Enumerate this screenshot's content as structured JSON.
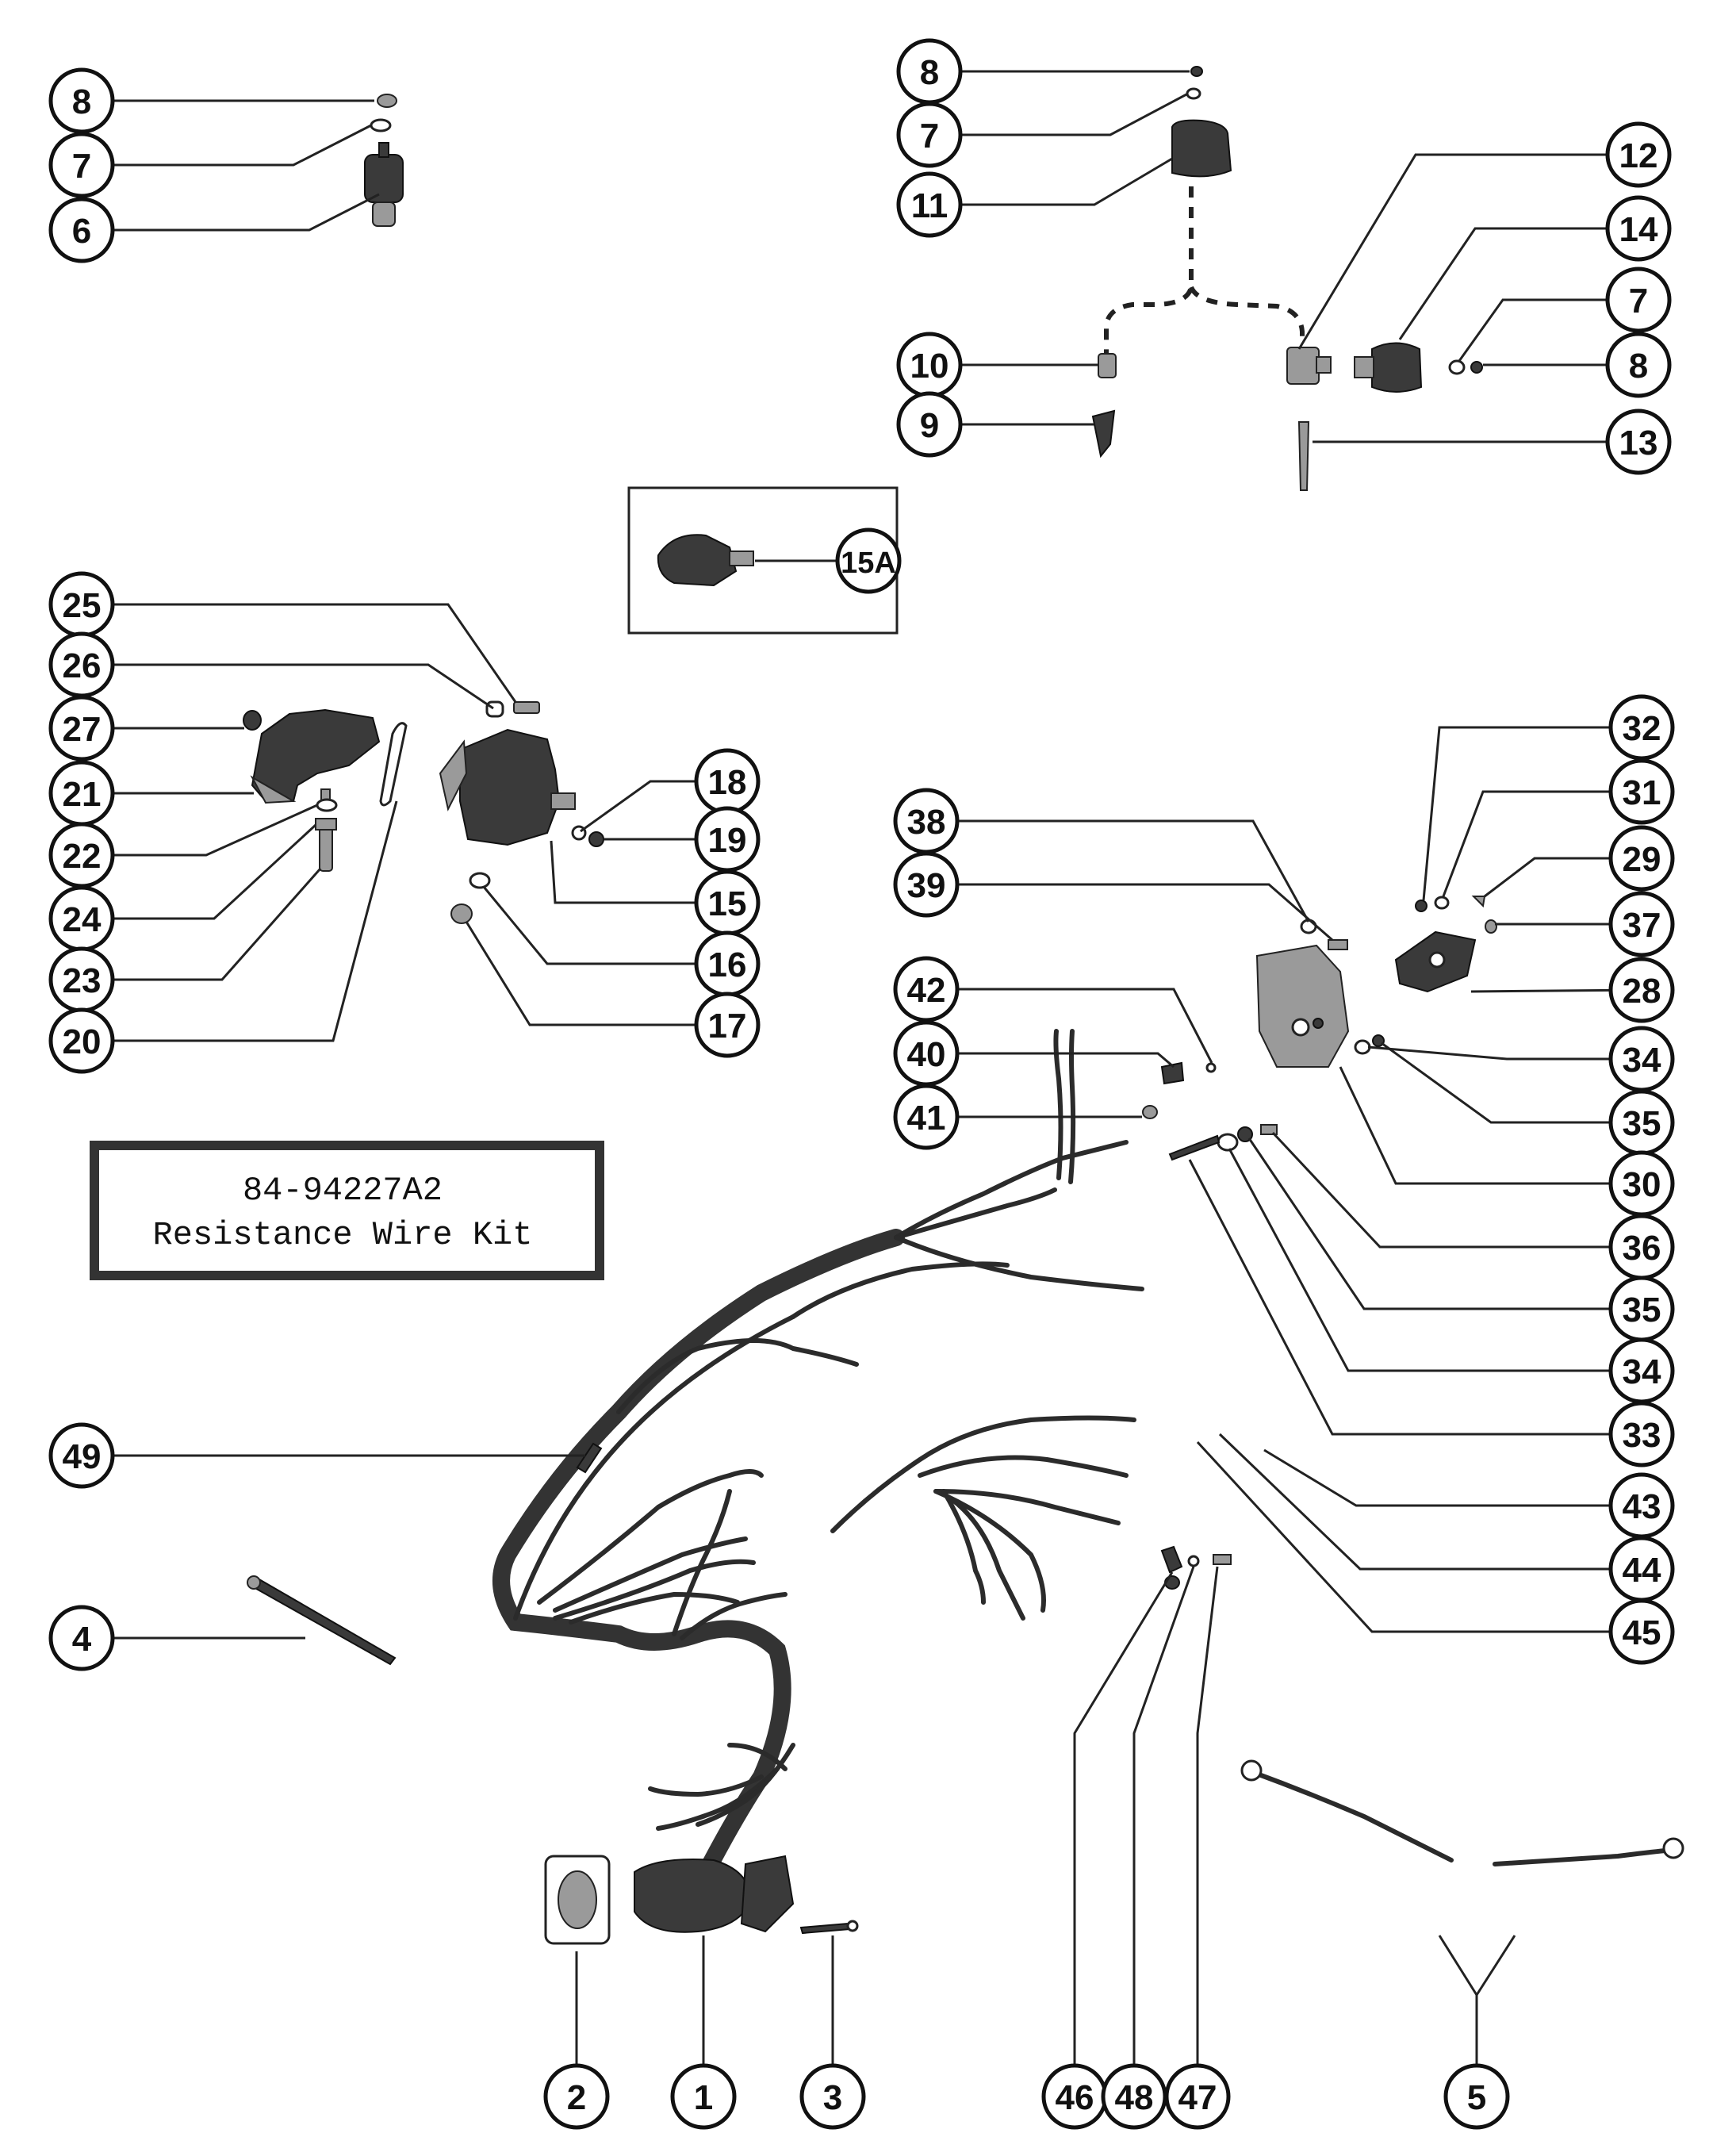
{
  "kit_label": {
    "part_number": "84-94227A2",
    "description": "Resistance Wire Kit"
  },
  "callouts": [
    {
      "id": "c8a",
      "label": "8"
    },
    {
      "id": "c7a",
      "label": "7"
    },
    {
      "id": "c6",
      "label": "6"
    },
    {
      "id": "c8b",
      "label": "8"
    },
    {
      "id": "c7b",
      "label": "7"
    },
    {
      "id": "c11",
      "label": "11"
    },
    {
      "id": "c10",
      "label": "10"
    },
    {
      "id": "c9",
      "label": "9"
    },
    {
      "id": "c12",
      "label": "12"
    },
    {
      "id": "c14",
      "label": "14"
    },
    {
      "id": "c7c",
      "label": "7"
    },
    {
      "id": "c8c",
      "label": "8"
    },
    {
      "id": "c13",
      "label": "13"
    },
    {
      "id": "c15A",
      "label": "15A"
    },
    {
      "id": "c25",
      "label": "25"
    },
    {
      "id": "c26",
      "label": "26"
    },
    {
      "id": "c27",
      "label": "27"
    },
    {
      "id": "c21",
      "label": "21"
    },
    {
      "id": "c22",
      "label": "22"
    },
    {
      "id": "c24",
      "label": "24"
    },
    {
      "id": "c23",
      "label": "23"
    },
    {
      "id": "c20",
      "label": "20"
    },
    {
      "id": "c18",
      "label": "18"
    },
    {
      "id": "c19",
      "label": "19"
    },
    {
      "id": "c15",
      "label": "15"
    },
    {
      "id": "c16",
      "label": "16"
    },
    {
      "id": "c17",
      "label": "17"
    },
    {
      "id": "c32",
      "label": "32"
    },
    {
      "id": "c31",
      "label": "31"
    },
    {
      "id": "c29",
      "label": "29"
    },
    {
      "id": "c37",
      "label": "37"
    },
    {
      "id": "c28",
      "label": "28"
    },
    {
      "id": "c34a",
      "label": "34"
    },
    {
      "id": "c35a",
      "label": "35"
    },
    {
      "id": "c30",
      "label": "30"
    },
    {
      "id": "c36",
      "label": "36"
    },
    {
      "id": "c35b",
      "label": "35"
    },
    {
      "id": "c34b",
      "label": "34"
    },
    {
      "id": "c33",
      "label": "33"
    },
    {
      "id": "c43",
      "label": "43"
    },
    {
      "id": "c44",
      "label": "44"
    },
    {
      "id": "c45",
      "label": "45"
    },
    {
      "id": "c38",
      "label": "38"
    },
    {
      "id": "c39",
      "label": "39"
    },
    {
      "id": "c42",
      "label": "42"
    },
    {
      "id": "c40",
      "label": "40"
    },
    {
      "id": "c41",
      "label": "41"
    },
    {
      "id": "c49",
      "label": "49"
    },
    {
      "id": "c4",
      "label": "4"
    },
    {
      "id": "c2",
      "label": "2"
    },
    {
      "id": "c1",
      "label": "1"
    },
    {
      "id": "c3",
      "label": "3"
    },
    {
      "id": "c46",
      "label": "46"
    },
    {
      "id": "c48",
      "label": "48"
    },
    {
      "id": "c47",
      "label": "47"
    },
    {
      "id": "c5",
      "label": "5"
    }
  ]
}
